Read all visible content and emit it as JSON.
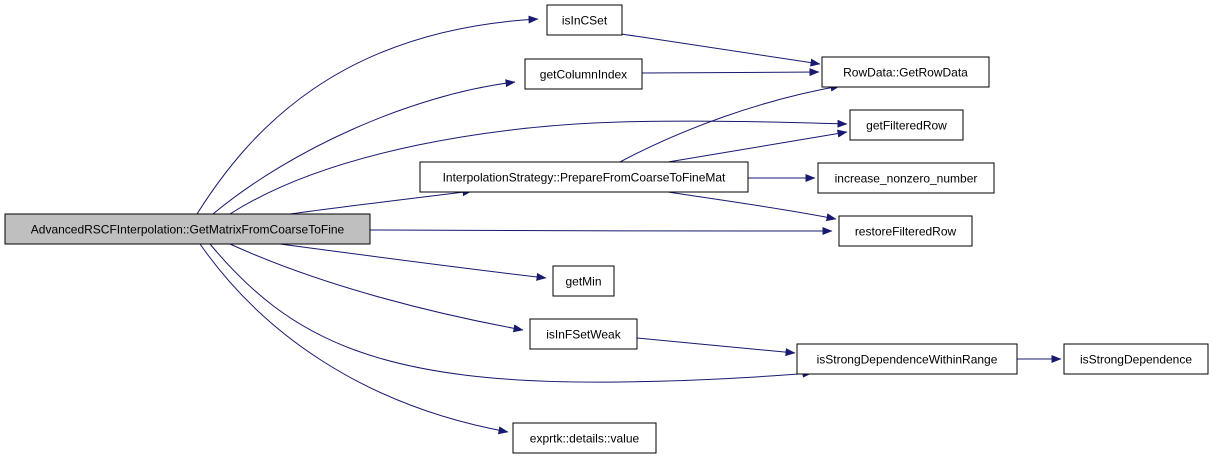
{
  "diagram": {
    "nodes": [
      {
        "id": "root",
        "label": "AdvancedRSCFInterpolation::GetMatrixFromCoarseToFine",
        "highlighted": true
      },
      {
        "id": "isInCSet",
        "label": "isInCSet"
      },
      {
        "id": "getColumnIndex",
        "label": "getColumnIndex"
      },
      {
        "id": "prepare",
        "label": "InterpolationStrategy::PrepareFromCoarseToFineMat"
      },
      {
        "id": "getMin",
        "label": "getMin"
      },
      {
        "id": "isInFSetWeak",
        "label": "isInFSetWeak"
      },
      {
        "id": "exprtk",
        "label": "exprtk::details::value"
      },
      {
        "id": "getRowData",
        "label": "RowData::GetRowData"
      },
      {
        "id": "getFilteredRow",
        "label": "getFilteredRow"
      },
      {
        "id": "increase",
        "label": "increase_nonzero_number"
      },
      {
        "id": "restoreFilteredRow",
        "label": "restoreFilteredRow"
      },
      {
        "id": "isStrongDepRange",
        "label": "isStrongDependenceWithinRange"
      },
      {
        "id": "isStrongDep",
        "label": "isStrongDependence"
      }
    ],
    "edges": [
      {
        "from": "root",
        "to": "isInCSet"
      },
      {
        "from": "root",
        "to": "getColumnIndex"
      },
      {
        "from": "root",
        "to": "getFilteredRow"
      },
      {
        "from": "root",
        "to": "prepare"
      },
      {
        "from": "root",
        "to": "restoreFilteredRow"
      },
      {
        "from": "root",
        "to": "getMin"
      },
      {
        "from": "root",
        "to": "isInFSetWeak"
      },
      {
        "from": "root",
        "to": "isStrongDepRange"
      },
      {
        "from": "root",
        "to": "exprtk"
      },
      {
        "from": "isInCSet",
        "to": "getRowData"
      },
      {
        "from": "getColumnIndex",
        "to": "getRowData"
      },
      {
        "from": "prepare",
        "to": "getRowData"
      },
      {
        "from": "prepare",
        "to": "getFilteredRow"
      },
      {
        "from": "prepare",
        "to": "increase"
      },
      {
        "from": "prepare",
        "to": "restoreFilteredRow"
      },
      {
        "from": "isInFSetWeak",
        "to": "isStrongDepRange"
      },
      {
        "from": "isStrongDepRange",
        "to": "isStrongDep"
      }
    ],
    "colors": {
      "edge": "#191970",
      "node_border": "#000000",
      "node_fill": "#ffffff",
      "highlight_fill": "#bfbfbf"
    }
  }
}
